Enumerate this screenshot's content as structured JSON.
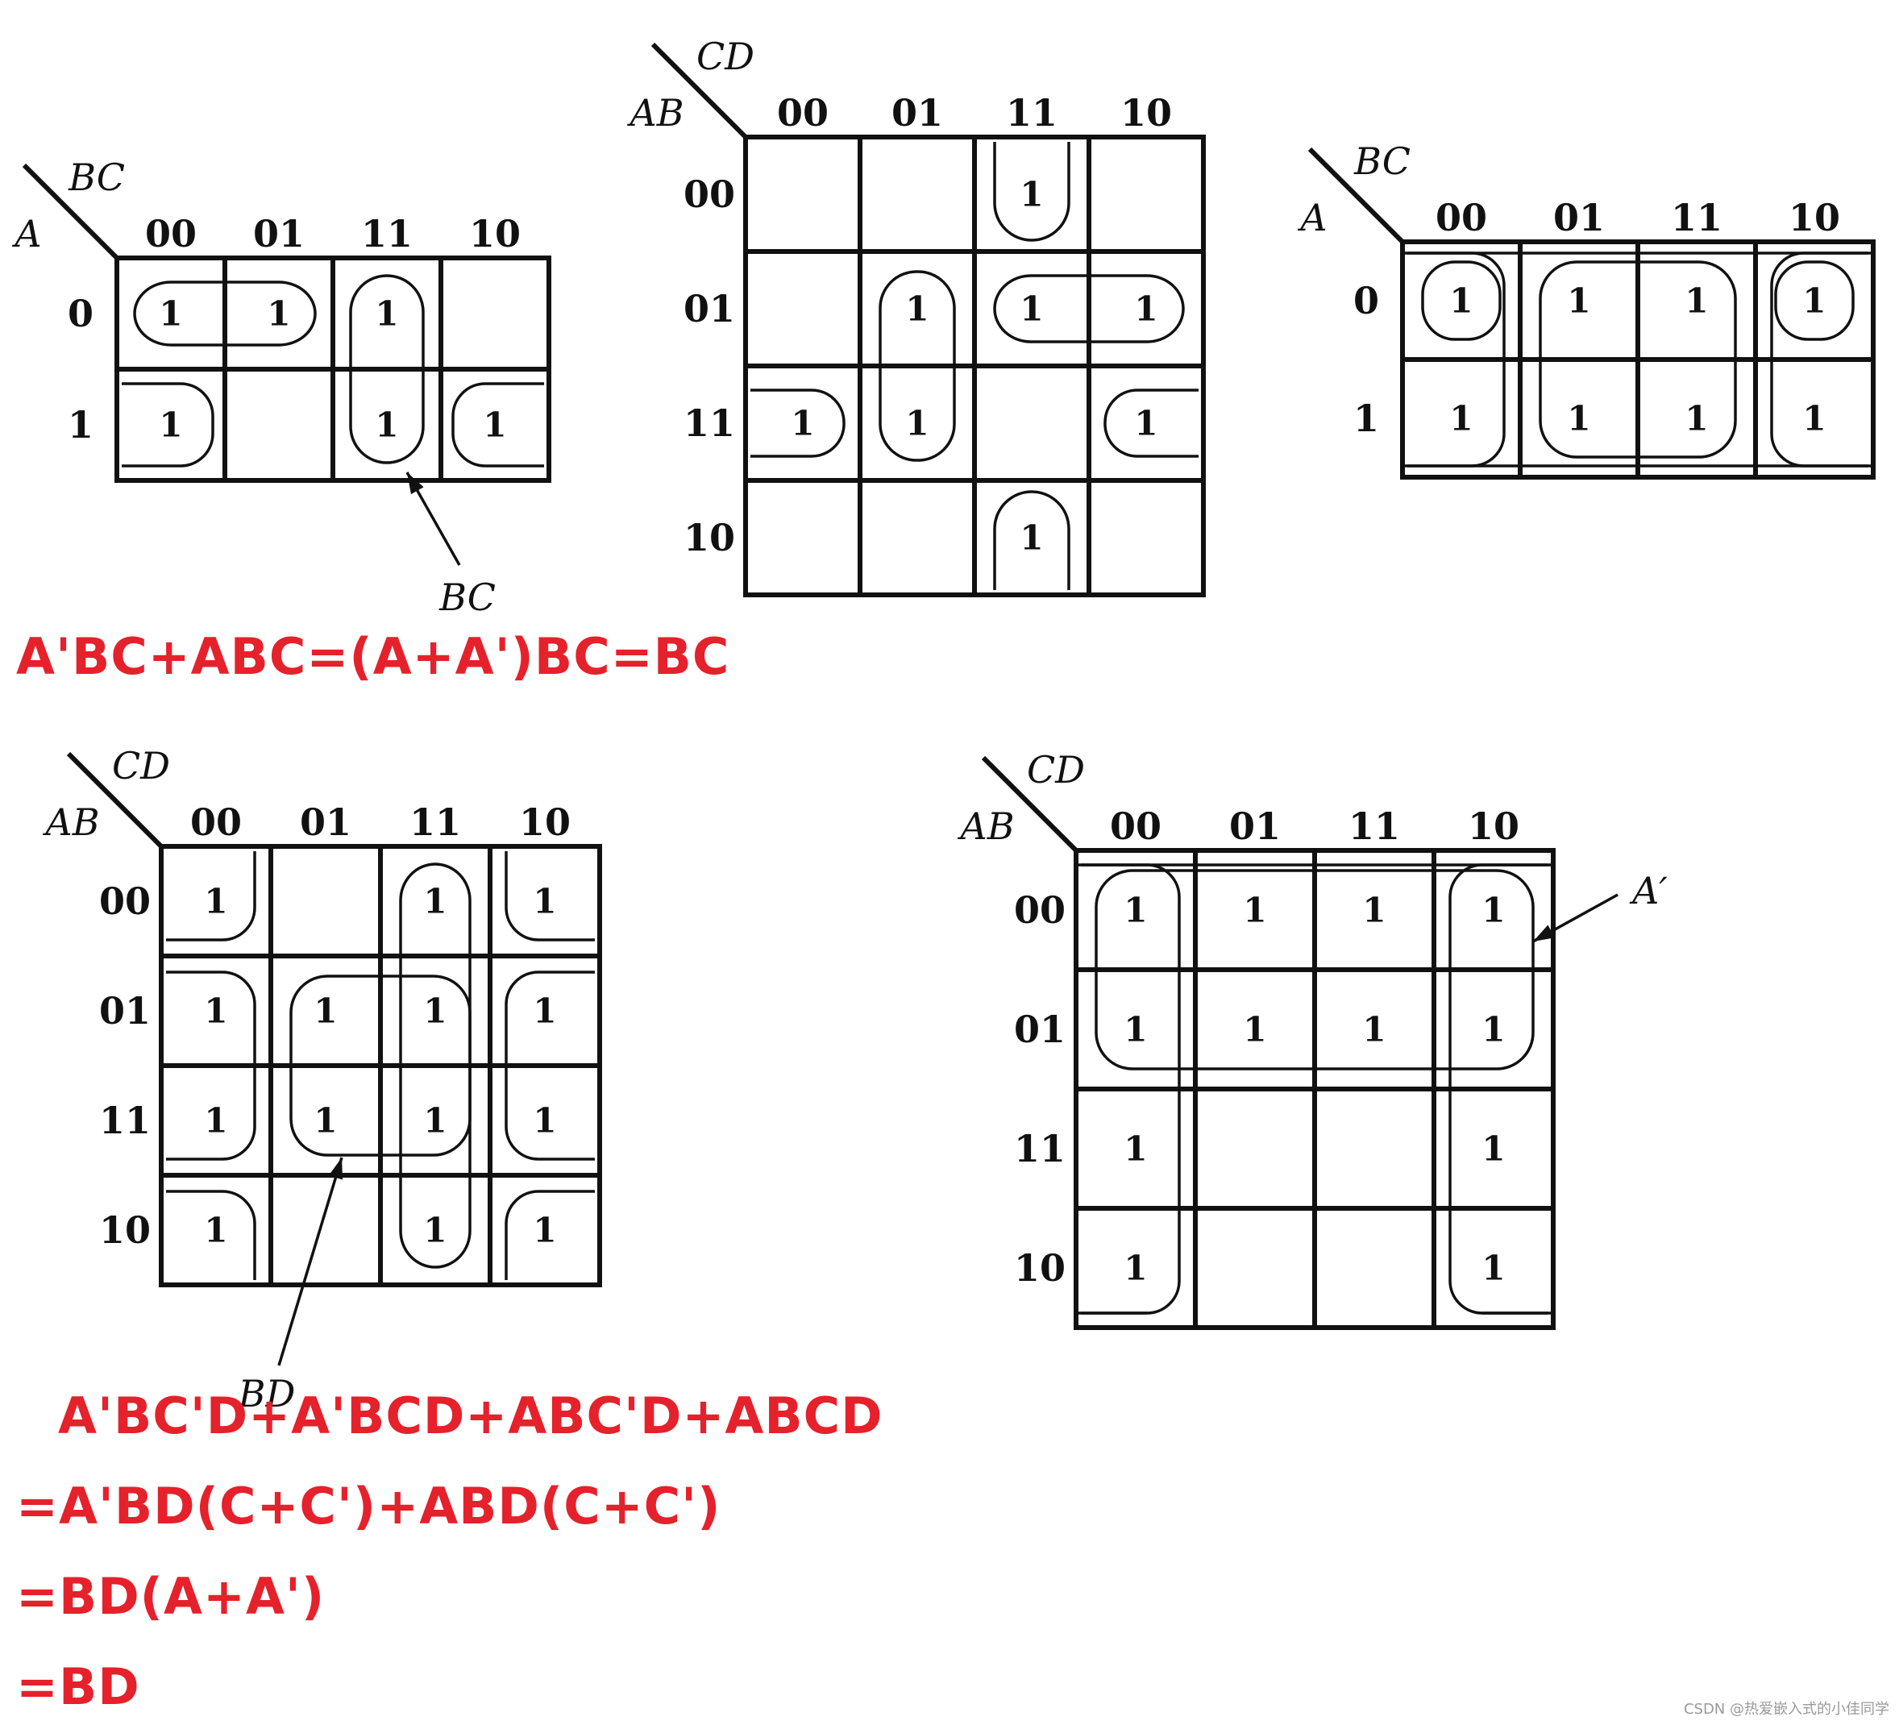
{
  "maps": [
    {
      "id": "map1",
      "corner_row_var": "A",
      "corner_col_var": "BC",
      "col_headers": [
        "00",
        "01",
        "11",
        "10"
      ],
      "row_headers": [
        "0",
        "1"
      ],
      "cells": [
        [
          "1",
          "1",
          "1",
          ""
        ],
        [
          "1",
          "",
          "1",
          "1"
        ]
      ],
      "annotation": "BC"
    },
    {
      "id": "map2",
      "corner_row_var": "AB",
      "corner_col_var": "CD",
      "col_headers": [
        "00",
        "01",
        "11",
        "10"
      ],
      "row_headers": [
        "00",
        "01",
        "11",
        "10"
      ],
      "cells": [
        [
          "",
          "",
          "1",
          ""
        ],
        [
          "",
          "1",
          "1",
          "1"
        ],
        [
          "1",
          "1",
          "",
          "1"
        ],
        [
          "",
          "",
          "1",
          ""
        ]
      ]
    },
    {
      "id": "map3",
      "corner_row_var": "A",
      "corner_col_var": "BC",
      "col_headers": [
        "00",
        "01",
        "11",
        "10"
      ],
      "row_headers": [
        "0",
        "1"
      ],
      "cells": [
        [
          "1",
          "1",
          "1",
          "1"
        ],
        [
          "1",
          "1",
          "1",
          "1"
        ]
      ]
    },
    {
      "id": "map4",
      "corner_row_var": "AB",
      "corner_col_var": "CD",
      "col_headers": [
        "00",
        "01",
        "11",
        "10"
      ],
      "row_headers": [
        "00",
        "01",
        "11",
        "10"
      ],
      "cells": [
        [
          "1",
          "",
          "1",
          "1"
        ],
        [
          "1",
          "1",
          "1",
          "1"
        ],
        [
          "1",
          "1",
          "1",
          "1"
        ],
        [
          "1",
          "",
          "1",
          "1"
        ]
      ],
      "annotation": "BD"
    },
    {
      "id": "map5",
      "corner_row_var": "AB",
      "corner_col_var": "CD",
      "col_headers": [
        "00",
        "01",
        "11",
        "10"
      ],
      "row_headers": [
        "00",
        "01",
        "11",
        "10"
      ],
      "cells": [
        [
          "1",
          "1",
          "1",
          "1"
        ],
        [
          "1",
          "1",
          "1",
          "1"
        ],
        [
          "1",
          "",
          "",
          "1"
        ],
        [
          "1",
          "",
          "",
          "1"
        ]
      ],
      "annotation": "A′"
    }
  ],
  "equations": {
    "eq1": "A'BC+ABC=(A+A')BC=BC",
    "eq2_line1": "A'BC'D+A'BCD+ABC'D+ABCD",
    "eq2_line2": "=A'BD(C+C')+ABD(C+C')",
    "eq2_line3": "=BD(A+A')",
    "eq2_line4": "=BD",
    "color": "#e5212b"
  },
  "watermark": "CSDN @热爱嵌入式的小佳同学"
}
